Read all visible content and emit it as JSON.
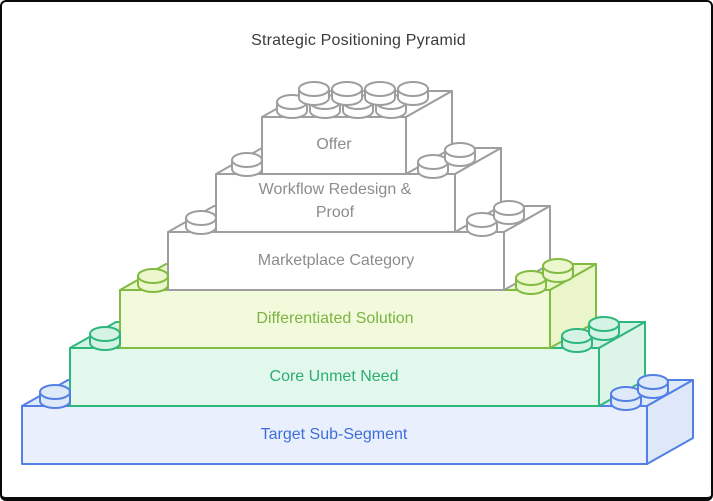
{
  "title": "Strategic Positioning Pyramid",
  "diagram": {
    "type": "lego-brick-pyramid",
    "background": "#ffffff",
    "border_color": "#0a0a0a",
    "title_color": "#3b3b3b",
    "stud_icon": "lego-stud-cylinder",
    "levels": [
      {
        "id": "offer",
        "label": "Offer",
        "studs_visible": 8,
        "stroke": "#9e9e9e",
        "fill_front": "#ffffff",
        "fill_top": "#ffffff",
        "fill_side": "#ffffff",
        "text_color": "#8c8c8c"
      },
      {
        "id": "workflow-redesign-proof",
        "label": "Workflow Redesign & Proof",
        "label_lines": [
          "Workflow Redesign &",
          "Proof"
        ],
        "studs_visible": 3,
        "stroke": "#9e9e9e",
        "fill_front": "#ffffff",
        "fill_top": "#ffffff",
        "fill_side": "#ffffff",
        "text_color": "#8c8c8c"
      },
      {
        "id": "marketplace-category",
        "label": "Marketplace Category",
        "studs_visible": 3,
        "stroke": "#9e9e9e",
        "fill_front": "#ffffff",
        "fill_top": "#ffffff",
        "fill_side": "#ffffff",
        "text_color": "#8c8c8c"
      },
      {
        "id": "differentiated-solution",
        "label": "Differentiated Solution",
        "studs_visible": 3,
        "stroke": "#82bb41",
        "fill_front": "#f2fadc",
        "fill_top": "#ecf7ce",
        "fill_side": "#eaf5c9",
        "text_color": "#7cb342"
      },
      {
        "id": "core-unmet-need",
        "label": "Core Unmet Need",
        "studs_visible": 3,
        "stroke": "#2eb77d",
        "fill_front": "#e2f8ed",
        "fill_top": "#d5f3e4",
        "fill_side": "#dcf5e8",
        "text_color": "#2bae70"
      },
      {
        "id": "target-sub-segment",
        "label": "Target Sub-Segment",
        "studs_visible": 3,
        "stroke": "#5380e4",
        "fill_front": "#e9effc",
        "fill_top": "#dee9fa",
        "fill_side": "#dfe8f9",
        "text_color": "#3e6fd9"
      }
    ]
  }
}
